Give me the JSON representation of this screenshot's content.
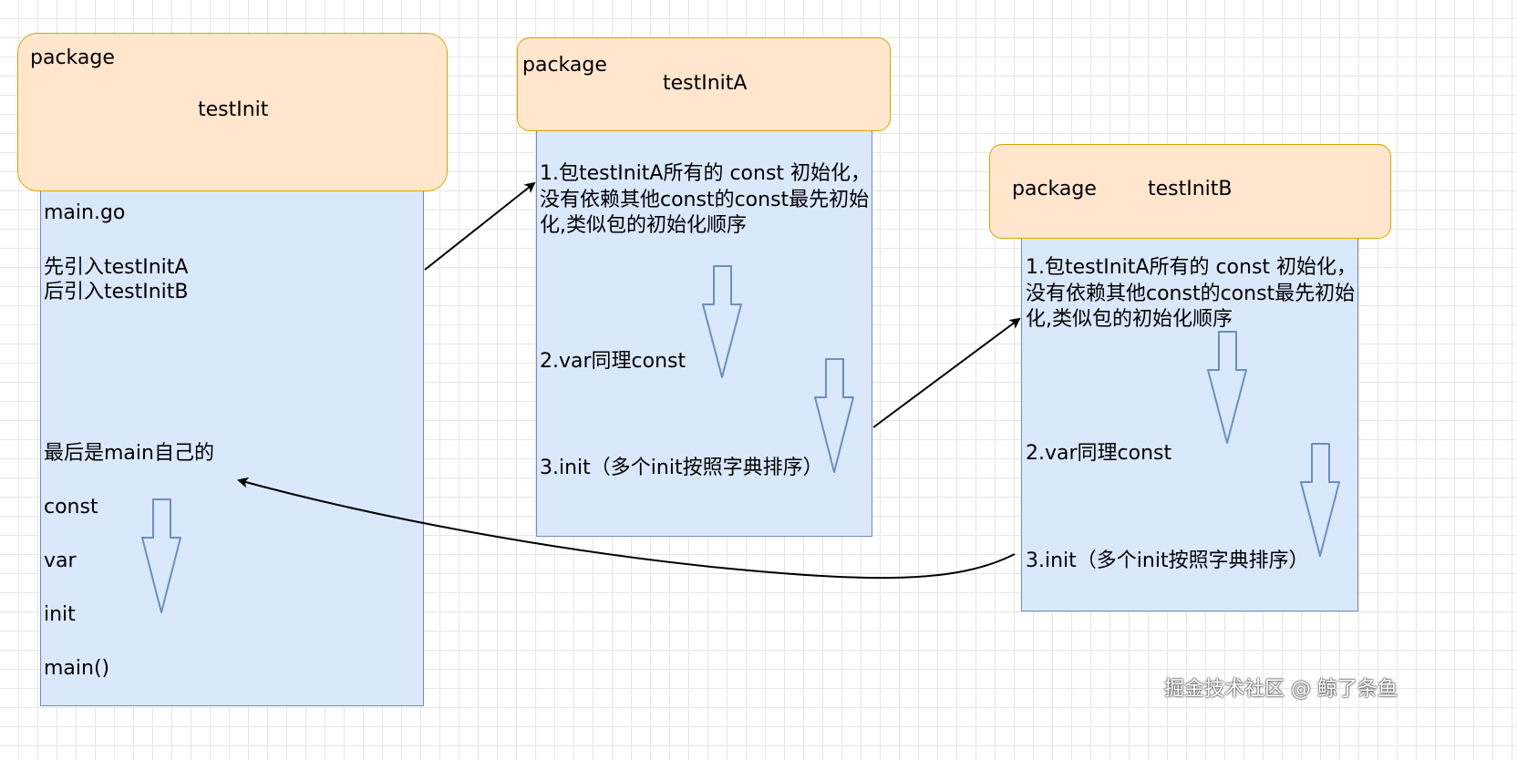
{
  "main_package": {
    "keyword": "package",
    "name": "testInit",
    "file": "main.go",
    "import_a": "先引入testInitA",
    "import_b": "后引入testInitB",
    "last": "最后是main自己的",
    "steps": [
      "const",
      "var",
      "init",
      "main()"
    ]
  },
  "package_a": {
    "keyword": "package",
    "name": "testInitA",
    "step1": "1.包testInitA所有的 const 初始化，没有依赖其他const的const最先初始化,类似包的初始化顺序",
    "step2": "2.var同理const",
    "step3": "3.init（多个init按照字典排序）"
  },
  "package_b": {
    "keyword": "package",
    "name": "testInitB",
    "step1": "1.包testInitA所有的 const 初始化，没有依赖其他const的const最先初始化,类似包的初始化顺序",
    "step2": "2.var同理const",
    "step3": "3.init（多个init按照字典排序）"
  },
  "watermark": "掘金技术社区 @ 鲸了条鱼",
  "colors": {
    "header_fill": "#ffe6cc",
    "header_stroke": "#d6a500",
    "body_fill": "#dae8fc",
    "body_stroke": "#6c8ebf",
    "arrow": "#000000"
  }
}
